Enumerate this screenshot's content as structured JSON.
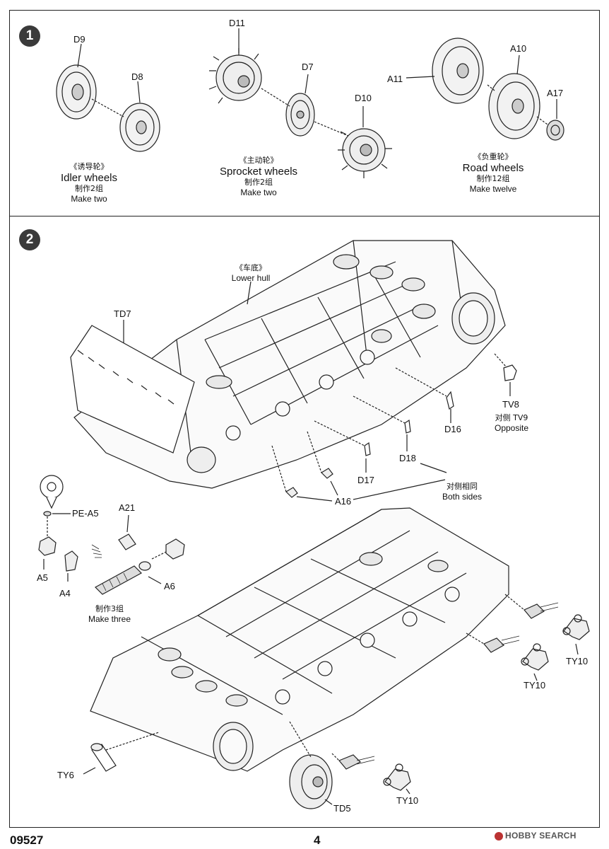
{
  "footer": {
    "code": "09527",
    "page": "4",
    "watermark": "HOBBY SEARCH"
  },
  "step1": {
    "number": "1",
    "idler": {
      "parts": [
        "D9",
        "D8"
      ],
      "zh": "《诱导轮》",
      "en": "Idler wheels",
      "qty_zh": "制作2组",
      "qty_en": "Make two"
    },
    "sprocket": {
      "parts": [
        "D11",
        "D7",
        "D10"
      ],
      "zh": "《主动轮》",
      "en": "Sprocket wheels",
      "qty_zh": "制作2组",
      "qty_en": "Make two"
    },
    "road": {
      "parts": [
        "A11",
        "A10",
        "A17"
      ],
      "zh": "《负重轮》",
      "en": "Road wheels",
      "qty_zh": "制作12组",
      "qty_en": "Make twelve"
    }
  },
  "step2": {
    "number": "2",
    "lower_hull": {
      "zh": "《车底》",
      "en": "Lower hull"
    },
    "parts": {
      "td7": "TD7",
      "tv8": "TV8",
      "d16": "D16",
      "d18": "D18",
      "d17": "D17",
      "a16": "A16",
      "pe_a5": "PE-A5",
      "a21": "A21",
      "a5": "A5",
      "a4": "A4",
      "a6": "A6",
      "ty6": "TY6",
      "td5": "TD5",
      "ty10": "TY10"
    },
    "opposite": {
      "zh": "对侧 TV9",
      "en": "Opposite"
    },
    "both_sides": {
      "zh": "对侧相同",
      "en": "Both sides"
    },
    "make_three": {
      "zh": "制作3组",
      "en": "Make three"
    }
  }
}
